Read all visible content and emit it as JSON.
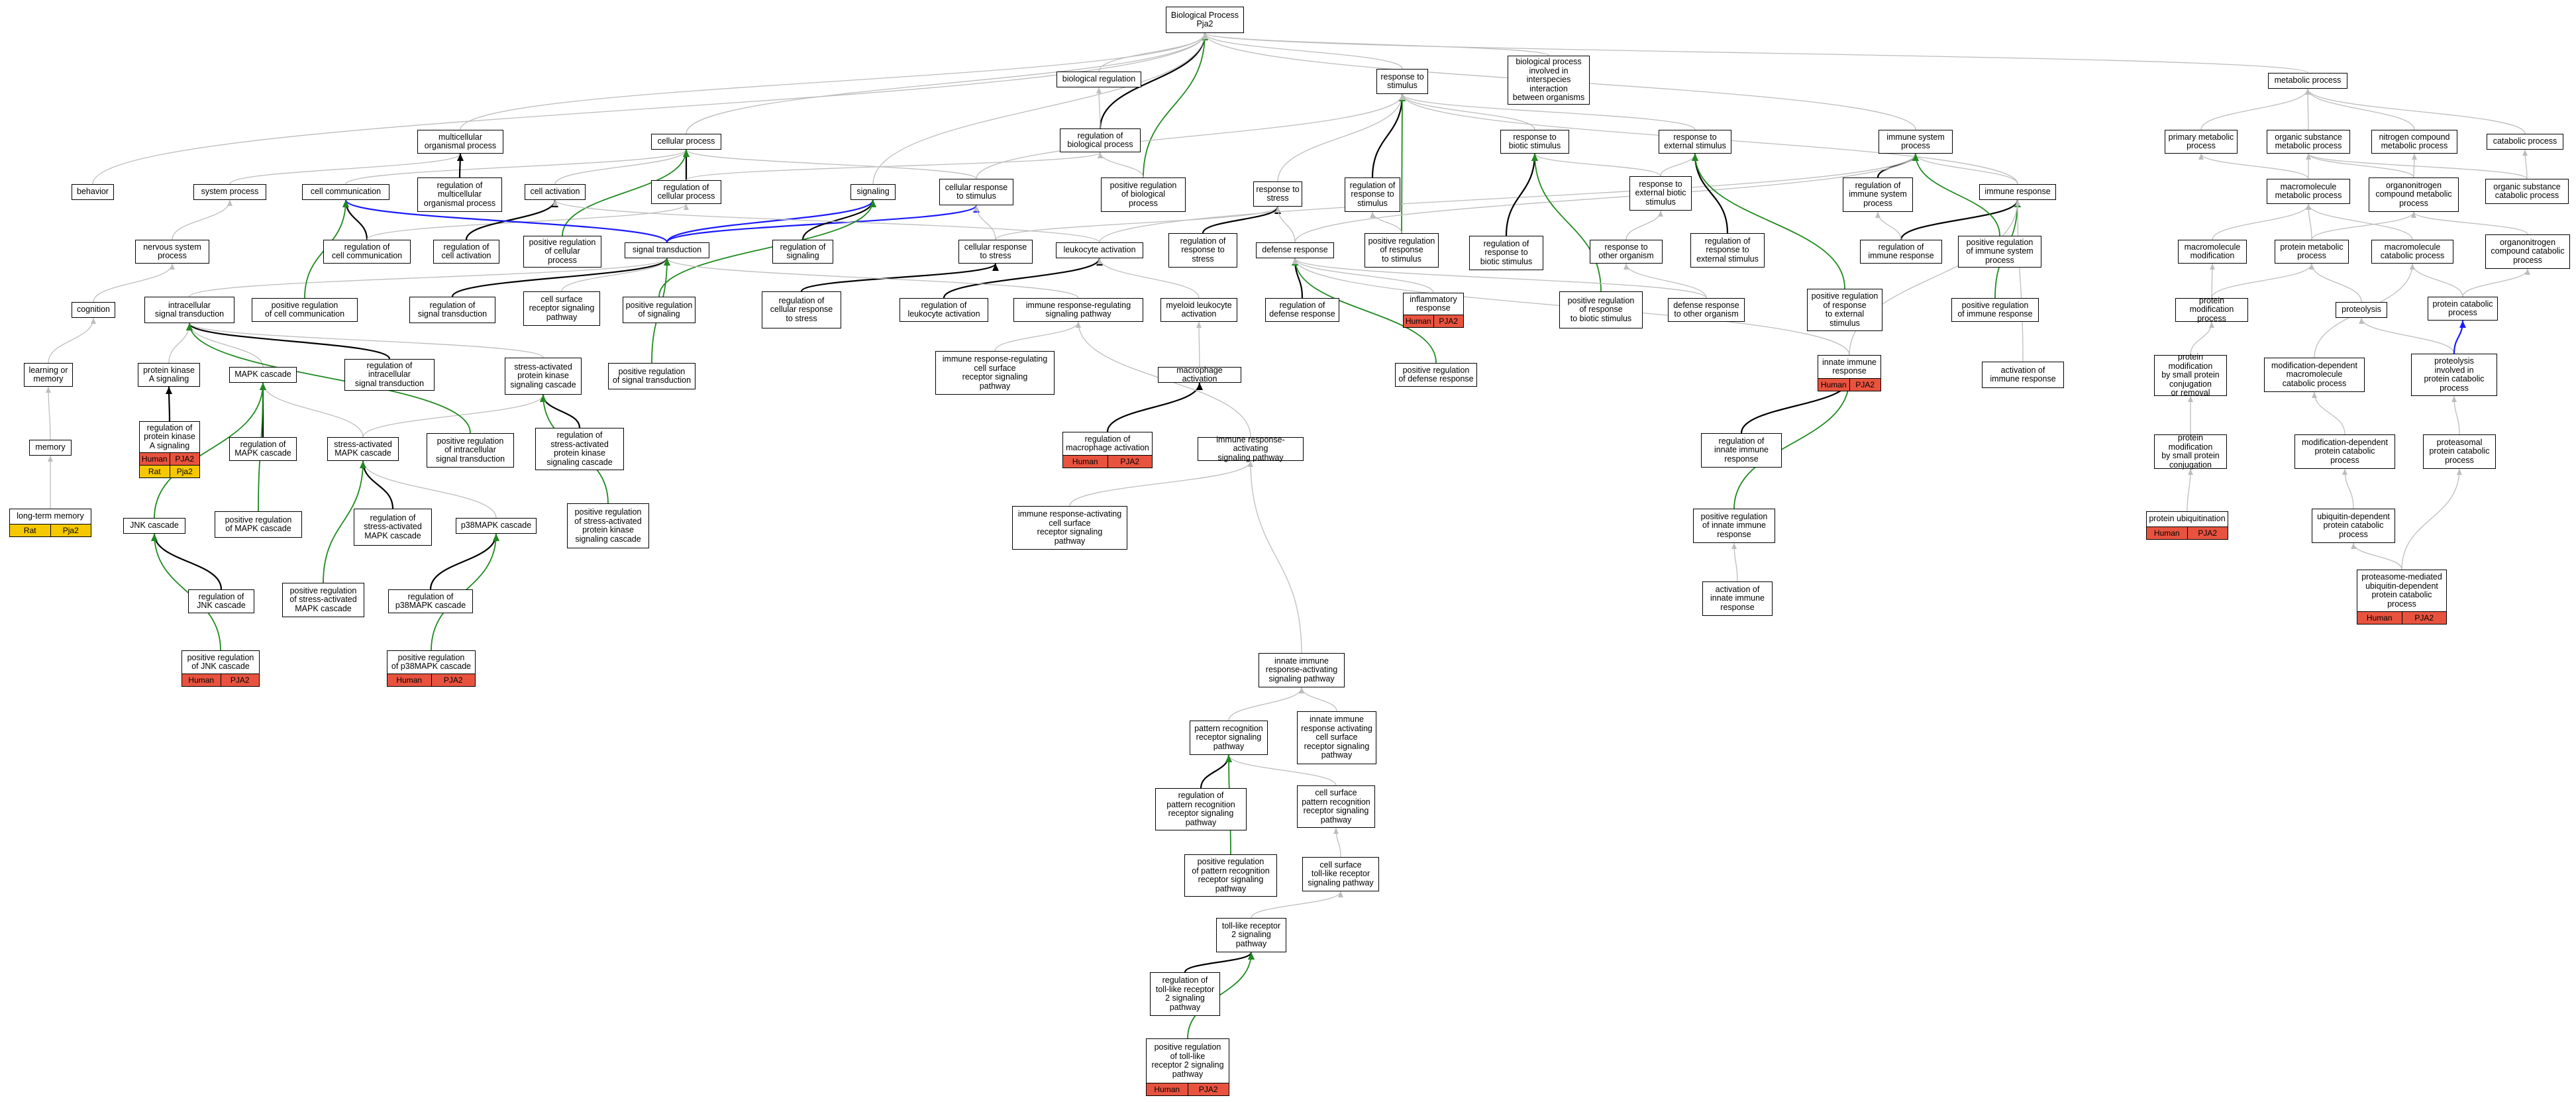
{
  "colors": {
    "is_a": "#bdbdbd",
    "regulates": "#000000",
    "positively_regulates": "#1f8a1f",
    "part_of": "#1a1aff",
    "human_badge": "#e8533f",
    "rat_badge": "#f5c800"
  },
  "nodes": [
    {
      "id": "bp",
      "label": "Biological Process\nPja2"
    },
    {
      "id": "biolreg",
      "label": "biological regulation"
    },
    {
      "id": "resp_stim",
      "label": "response to\nstimulus"
    },
    {
      "id": "interspecies",
      "label": "biological process\ninvolved in\ninterspecies\ninteraction\nbetween organisms"
    },
    {
      "id": "metab",
      "label": "metabolic process"
    },
    {
      "id": "multicell",
      "label": "multicellular\norganismal process"
    },
    {
      "id": "cellproc",
      "label": "cellular process"
    },
    {
      "id": "regbio",
      "label": "regulation of\nbiological process"
    },
    {
      "id": "biotic",
      "label": "response to\nbiotic stimulus"
    },
    {
      "id": "extstim",
      "label": "response to\nexternal stimulus"
    },
    {
      "id": "immsys",
      "label": "immune system\nprocess"
    },
    {
      "id": "primmet",
      "label": "primary metabolic\nprocess"
    },
    {
      "id": "orgsub",
      "label": "organic substance\nmetabolic process"
    },
    {
      "id": "nitro",
      "label": "nitrogen compound\nmetabolic process"
    },
    {
      "id": "catab",
      "label": "catabolic process"
    },
    {
      "id": "behavior",
      "label": "behavior"
    },
    {
      "id": "sysproc",
      "label": "system process"
    },
    {
      "id": "cellcomm",
      "label": "cell communication"
    },
    {
      "id": "regmulti",
      "label": "regulation of\nmulticellular\norganismal process"
    },
    {
      "id": "cellact",
      "label": "cell activation"
    },
    {
      "id": "regcell",
      "label": "regulation of\ncellular process"
    },
    {
      "id": "signaling",
      "label": "signaling"
    },
    {
      "id": "cellrespstim",
      "label": "cellular response\nto stimulus"
    },
    {
      "id": "posregbio",
      "label": "positive regulation\nof biological\nprocess"
    },
    {
      "id": "respstress",
      "label": "response to\nstress"
    },
    {
      "id": "regrespstim",
      "label": "regulation of\nresponse to\nstimulus"
    },
    {
      "id": "respextbiotic",
      "label": "response to\nexternal biotic\nstimulus"
    },
    {
      "id": "regimmsys",
      "label": "regulation of\nimmune system\nprocess"
    },
    {
      "id": "immresp",
      "label": "immune response"
    },
    {
      "id": "macromet",
      "label": "macromolecule\nmetabolic process"
    },
    {
      "id": "organonit",
      "label": "organonitrogen\ncompound metabolic\nprocess"
    },
    {
      "id": "orgsubcat",
      "label": "organic substance\ncatabolic process"
    },
    {
      "id": "nervsys",
      "label": "nervous system\nprocess"
    },
    {
      "id": "regcellcomm",
      "label": "regulation of\ncell communication"
    },
    {
      "id": "regcellact",
      "label": "regulation of\ncell activation"
    },
    {
      "id": "posregcell",
      "label": "positive regulation\nof cellular\nprocess"
    },
    {
      "id": "sigtrans",
      "label": "signal transduction"
    },
    {
      "id": "regsig",
      "label": "regulation of\nsignaling"
    },
    {
      "id": "cellrespstress",
      "label": "cellular response\nto stress"
    },
    {
      "id": "leukact",
      "label": "leukocyte activation"
    },
    {
      "id": "regrespstress",
      "label": "regulation of\nresponse to\nstress"
    },
    {
      "id": "defresp",
      "label": "defense response"
    },
    {
      "id": "posregrespstim",
      "label": "positive regulation\nof response\nto stimulus"
    },
    {
      "id": "regrespbiotic",
      "label": "regulation of\nresponse to\nbiotic stimulus"
    },
    {
      "id": "respotherorg",
      "label": "response to\nother organism"
    },
    {
      "id": "regrespext",
      "label": "regulation of\nresponse to\nexternal stimulus"
    },
    {
      "id": "regimmresp",
      "label": "regulation of\nimmune response"
    },
    {
      "id": "posregimmsys",
      "label": "positive regulation\nof immune system\nprocess"
    },
    {
      "id": "macromod",
      "label": "macromolecule\nmodification"
    },
    {
      "id": "protmet",
      "label": "protein metabolic\nprocess"
    },
    {
      "id": "macrocat",
      "label": "macromolecule\ncatabolic process"
    },
    {
      "id": "organonitcat",
      "label": "organonitrogen\ncompound catabolic\nprocess"
    },
    {
      "id": "cognition",
      "label": "cognition"
    },
    {
      "id": "intracell",
      "label": "intracellular\nsignal transduction"
    },
    {
      "id": "posregcellcomm",
      "label": "positive regulation\nof cell communication"
    },
    {
      "id": "regsigtrans",
      "label": "regulation of\nsignal transduction"
    },
    {
      "id": "cellsurf",
      "label": "cell surface\nreceptor signaling\npathway"
    },
    {
      "id": "posregsig",
      "label": "positive regulation\nof signaling"
    },
    {
      "id": "regcellrespstress",
      "label": "regulation of\ncellular response\nto stress"
    },
    {
      "id": "regleukact",
      "label": "regulation of\nleukocyte activation"
    },
    {
      "id": "immregsig",
      "label": "immune response-regulating\nsignaling pathway"
    },
    {
      "id": "myeloid",
      "label": "myeloid leukocyte\nactivation"
    },
    {
      "id": "regdefresp",
      "label": "regulation of\ndefense response"
    },
    {
      "id": "inflam",
      "label": "inflammatory\nresponse",
      "badge": [
        {
          "text": "Human",
          "color": "red"
        },
        {
          "text": "PJA2",
          "color": "red"
        }
      ]
    },
    {
      "id": "posregrespbiotic",
      "label": "positive regulation\nof response\nto biotic stimulus"
    },
    {
      "id": "defotherorg",
      "label": "defense response\nto other organism"
    },
    {
      "id": "posregrespext",
      "label": "positive regulation\nof response\nto external\nstimulus"
    },
    {
      "id": "posregimmresp",
      "label": "positive regulation\nof immune response"
    },
    {
      "id": "protmod",
      "label": "protein modification\nprocess"
    },
    {
      "id": "proteolysis",
      "label": "proteolysis"
    },
    {
      "id": "protcat",
      "label": "protein catabolic\nprocess"
    },
    {
      "id": "learnmem",
      "label": "learning or\nmemory"
    },
    {
      "id": "pka",
      "label": "protein kinase\nA signaling"
    },
    {
      "id": "mapk",
      "label": "MAPK cascade"
    },
    {
      "id": "regintracell",
      "label": "regulation of\nintracellular\nsignal transduction"
    },
    {
      "id": "sapk",
      "label": "stress-activated\nprotein kinase\nsignaling cascade"
    },
    {
      "id": "posregsigtrans",
      "label": "positive regulation\nof signal transduction"
    },
    {
      "id": "immregcellsurf",
      "label": "immune response-regulating\ncell surface\nreceptor signaling\npathway"
    },
    {
      "id": "macroact",
      "label": "macrophage activation"
    },
    {
      "id": "posregdefresp",
      "label": "positive regulation\nof defense response"
    },
    {
      "id": "innate",
      "label": "innate immune\nresponse",
      "badge": [
        {
          "text": "Human",
          "color": "red"
        },
        {
          "text": "PJA2",
          "color": "red"
        }
      ]
    },
    {
      "id": "actimmresp",
      "label": "activation of\nimmune response"
    },
    {
      "id": "protmodsmall",
      "label": "protein modification\nby small protein\nconjugation\nor removal"
    },
    {
      "id": "moddep",
      "label": "modification-dependent\nmacromolecule\ncatabolic process"
    },
    {
      "id": "proteolysiscat",
      "label": "proteolysis\ninvolved in\nprotein catabolic\nprocess"
    },
    {
      "id": "memory",
      "label": "memory"
    },
    {
      "id": "regpka",
      "label": "regulation of\nprotein kinase\nA signaling",
      "badge": [
        {
          "text": "Human",
          "color": "red"
        },
        {
          "text": "PJA2",
          "color": "red"
        }
      ],
      "badge2": [
        {
          "text": "Rat",
          "color": "yellow"
        },
        {
          "text": "Pja2",
          "color": "yellow"
        }
      ]
    },
    {
      "id": "regmapk",
      "label": "regulation of\nMAPK cascade"
    },
    {
      "id": "samapk",
      "label": "stress-activated\nMAPK cascade"
    },
    {
      "id": "posregintra",
      "label": "positive regulation\nof intracellular\nsignal transduction"
    },
    {
      "id": "regsapk",
      "label": "regulation of\nstress-activated\nprotein kinase\nsignaling cascade"
    },
    {
      "id": "regmacroact",
      "label": "regulation of\nmacrophage activation",
      "badge": [
        {
          "text": "Human",
          "color": "red"
        },
        {
          "text": "PJA2",
          "color": "red"
        }
      ]
    },
    {
      "id": "immactsig",
      "label": "immune response-activating\nsignaling pathway"
    },
    {
      "id": "reginnate",
      "label": "regulation of\ninnate immune\nresponse"
    },
    {
      "id": "protmodsmallconj",
      "label": "protein modification\nby small protein\nconjugation"
    },
    {
      "id": "moddepprot",
      "label": "modification-dependent\nprotein catabolic\nprocess"
    },
    {
      "id": "proteasomal",
      "label": "proteasomal\nprotein catabolic\nprocess"
    },
    {
      "id": "ltm",
      "label": "long-term memory",
      "badge": [
        {
          "text": "Rat",
          "color": "yellow"
        },
        {
          "text": "Pja2",
          "color": "yellow"
        }
      ]
    },
    {
      "id": "jnk",
      "label": "JNK cascade"
    },
    {
      "id": "posregmapk",
      "label": "positive regulation\nof MAPK cascade"
    },
    {
      "id": "regsamapk",
      "label": "regulation of\nstress-activated\nMAPK cascade"
    },
    {
      "id": "p38",
      "label": "p38MAPK cascade"
    },
    {
      "id": "posregsapk",
      "label": "positive regulation\nof stress-activated\nprotein kinase\nsignaling cascade"
    },
    {
      "id": "immactcellsurf",
      "label": "immune response-activating\ncell surface\nreceptor signaling\npathway"
    },
    {
      "id": "posreginnate",
      "label": "positive regulation\nof innate immune\nresponse"
    },
    {
      "id": "protubiq",
      "label": "protein ubiquitination",
      "badge": [
        {
          "text": "Human",
          "color": "red"
        },
        {
          "text": "PJA2",
          "color": "red"
        }
      ]
    },
    {
      "id": "ubiqdep",
      "label": "ubiquitin-dependent\nprotein catabolic\nprocess"
    },
    {
      "id": "regjnk",
      "label": "regulation of\nJNK cascade"
    },
    {
      "id": "posregsamapk",
      "label": "positive regulation\nof stress-activated\nMAPK cascade"
    },
    {
      "id": "regp38",
      "label": "regulation of\np38MAPK cascade"
    },
    {
      "id": "actinnate",
      "label": "activation of\ninnate immune\nresponse"
    },
    {
      "id": "proteasomeubiq",
      "label": "proteasome-mediated\nubiquitin-dependent\nprotein catabolic\nprocess",
      "badge": [
        {
          "text": "Human",
          "color": "red"
        },
        {
          "text": "PJA2",
          "color": "red"
        }
      ]
    },
    {
      "id": "posregjnk",
      "label": "positive regulation\nof JNK cascade",
      "badge": [
        {
          "text": "Human",
          "color": "red"
        },
        {
          "text": "PJA2",
          "color": "red"
        }
      ]
    },
    {
      "id": "posregp38",
      "label": "positive regulation\nof p38MAPK cascade",
      "badge": [
        {
          "text": "Human",
          "color": "red"
        },
        {
          "text": "PJA2",
          "color": "red"
        }
      ]
    },
    {
      "id": "innateactsig",
      "label": "innate immune\nresponse-activating\nsignaling pathway"
    },
    {
      "id": "prr",
      "label": "pattern recognition\nreceptor signaling\npathway"
    },
    {
      "id": "innateactcellsurf",
      "label": "innate immune\nresponse activating\ncell surface\nreceptor signaling\npathway"
    },
    {
      "id": "regprr",
      "label": "regulation of\npattern recognition\nreceptor signaling\npathway"
    },
    {
      "id": "cellsurfprr",
      "label": "cell surface\npattern recognition\nreceptor signaling\npathway"
    },
    {
      "id": "posregprr",
      "label": "positive regulation\nof pattern recognition\nreceptor signaling\npathway"
    },
    {
      "id": "tlr",
      "label": "cell surface\ntoll-like receptor\nsignaling pathway"
    },
    {
      "id": "tlr2",
      "label": "toll-like receptor\n2 signaling\npathway"
    },
    {
      "id": "regtlr2",
      "label": "regulation of\ntoll-like receptor\n2 signaling\npathway"
    },
    {
      "id": "posregtlr2",
      "label": "positive regulation\nof toll-like\nreceptor 2 signaling\npathway",
      "badge": [
        {
          "text": "Human",
          "color": "red"
        },
        {
          "text": "PJA2",
          "color": "red"
        }
      ]
    }
  ]
}
